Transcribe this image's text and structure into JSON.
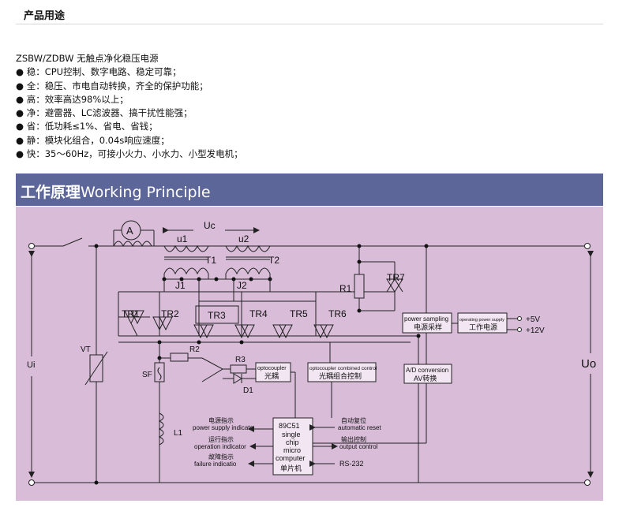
{
  "section": {
    "title": "产品用途"
  },
  "description": {
    "lines": [
      "ZSBW/ZDBW 无触点净化稳压电源",
      "● 稳：CPU控制、数字电路、稳定可靠；",
      "● 全：稳压、市电自动转换，齐全的保护功能；",
      "● 高：效率高达98%以上；",
      "● 净：避雷器、LC滤波器、搞干扰性能强；",
      "● 省：低功耗≤1%、省电、省钱；",
      "● 静：模块化组合，0.04s响应速度；",
      "● 快：35～60Hz，可接小火力、小水力、小型发电机；"
    ]
  },
  "banner": {
    "title_cn": "工作原理",
    "title_en": "Working Principle"
  },
  "diagram": {
    "colors": {
      "background": "#d8bcd8",
      "banner": "#5c6699",
      "wire": "#222222"
    },
    "labels": {
      "ammeter": "A",
      "uc": "Uc",
      "u1": "u1",
      "u2": "u2",
      "t1": "T1",
      "t2": "T2",
      "j1": "J1",
      "j2": "J2",
      "r1": "R1",
      "tr7": "TR7",
      "tr1": "TR1",
      "tr2": "TR2",
      "tr3": "TR3",
      "tr4": "TR4",
      "tr5": "TR5",
      "tr6": "TR6",
      "vt": "VT",
      "ui": "Ui",
      "uo": "Uo",
      "r2": "R2",
      "r3": "R3",
      "sf": "SF",
      "d1": "D1",
      "l1": "L1",
      "power_sampling_en": "power sampling",
      "power_sampling_cn": "电源采样",
      "op_supply_en": "operating power supply",
      "op_supply_cn": "工作电源",
      "plus5v": "+5V",
      "plus12v": "+12V",
      "optocoupler_en": "optocoupler",
      "optocoupler_cn": "光耦",
      "combined_en": "optocoupler combined control",
      "combined_cn": "光耦组合控制",
      "adc_en": "A/D conversion",
      "adc_cn": "AV转换",
      "mcu_1": "89C51",
      "mcu_2": "single",
      "mcu_3": "chip",
      "mcu_4": "micro",
      "mcu_5": "computer",
      "mcu_6": "单片机",
      "power_ind_cn": "电源指示",
      "power_ind_en": "power supply indicate",
      "run_ind_cn": "运行指示",
      "run_ind_en": "operation indicator",
      "fault_ind_cn": "故障指示",
      "fault_ind_en": "failure indicatio",
      "auto_reset_cn": "自动复位",
      "auto_reset_en": "automatic reset",
      "output_ctrl_cn": "输出控制",
      "output_ctrl_en": "output control",
      "rs232": "RS-232"
    }
  }
}
